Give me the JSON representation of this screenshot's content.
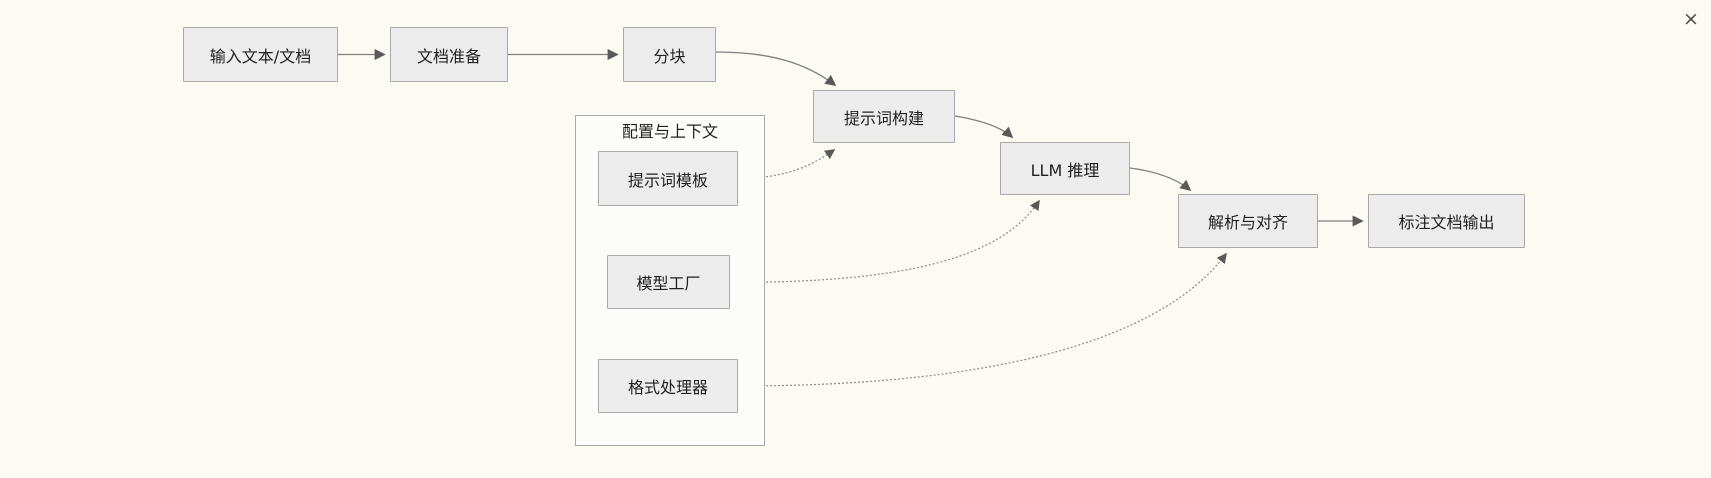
{
  "window": {
    "close_icon": "×"
  },
  "diagram": {
    "flow_nodes": [
      {
        "id": "input",
        "label": "输入文本/文档"
      },
      {
        "id": "doc_prep",
        "label": "文档准备"
      },
      {
        "id": "chunking",
        "label": "分块"
      },
      {
        "id": "prompt_build",
        "label": "提示词构建"
      },
      {
        "id": "llm_inference",
        "label": "LLM 推理"
      },
      {
        "id": "parse_align",
        "label": "解析与对齐"
      },
      {
        "id": "annotated_output",
        "label": "标注文档输出"
      }
    ],
    "config_group": {
      "title": "配置与上下文",
      "nodes": [
        {
          "id": "prompt_template",
          "label": "提示词模板"
        },
        {
          "id": "model_factory",
          "label": "模型工厂"
        },
        {
          "id": "format_processor",
          "label": "格式处理器"
        }
      ]
    },
    "edges": [
      {
        "from": "输入文本/文档",
        "to": "文档准备",
        "style": "solid"
      },
      {
        "from": "文档准备",
        "to": "分块",
        "style": "solid"
      },
      {
        "from": "分块",
        "to": "提示词构建",
        "style": "solid"
      },
      {
        "from": "提示词构建",
        "to": "LLM 推理",
        "style": "solid"
      },
      {
        "from": "LLM 推理",
        "to": "解析与对齐",
        "style": "solid"
      },
      {
        "from": "解析与对齐",
        "to": "标注文档输出",
        "style": "solid"
      },
      {
        "from": "提示词模板",
        "to": "提示词构建",
        "style": "dotted"
      },
      {
        "from": "模型工厂",
        "to": "LLM 推理",
        "style": "dotted"
      },
      {
        "from": "格式处理器",
        "to": "解析与对齐",
        "style": "dotted"
      }
    ]
  },
  "theme": {
    "bg": "#FBFAF3",
    "node_fill": "#ECECEC",
    "node_border": "#A9A9A9",
    "group_fill": "#FCFCFB",
    "group_border": "#A9A9A9",
    "edge_solid": "#7F7F7F",
    "edge_dotted": "#8A8A8A",
    "arrowhead": "#595959",
    "text": "#1F1F1F",
    "close": "#4A4A4A"
  }
}
